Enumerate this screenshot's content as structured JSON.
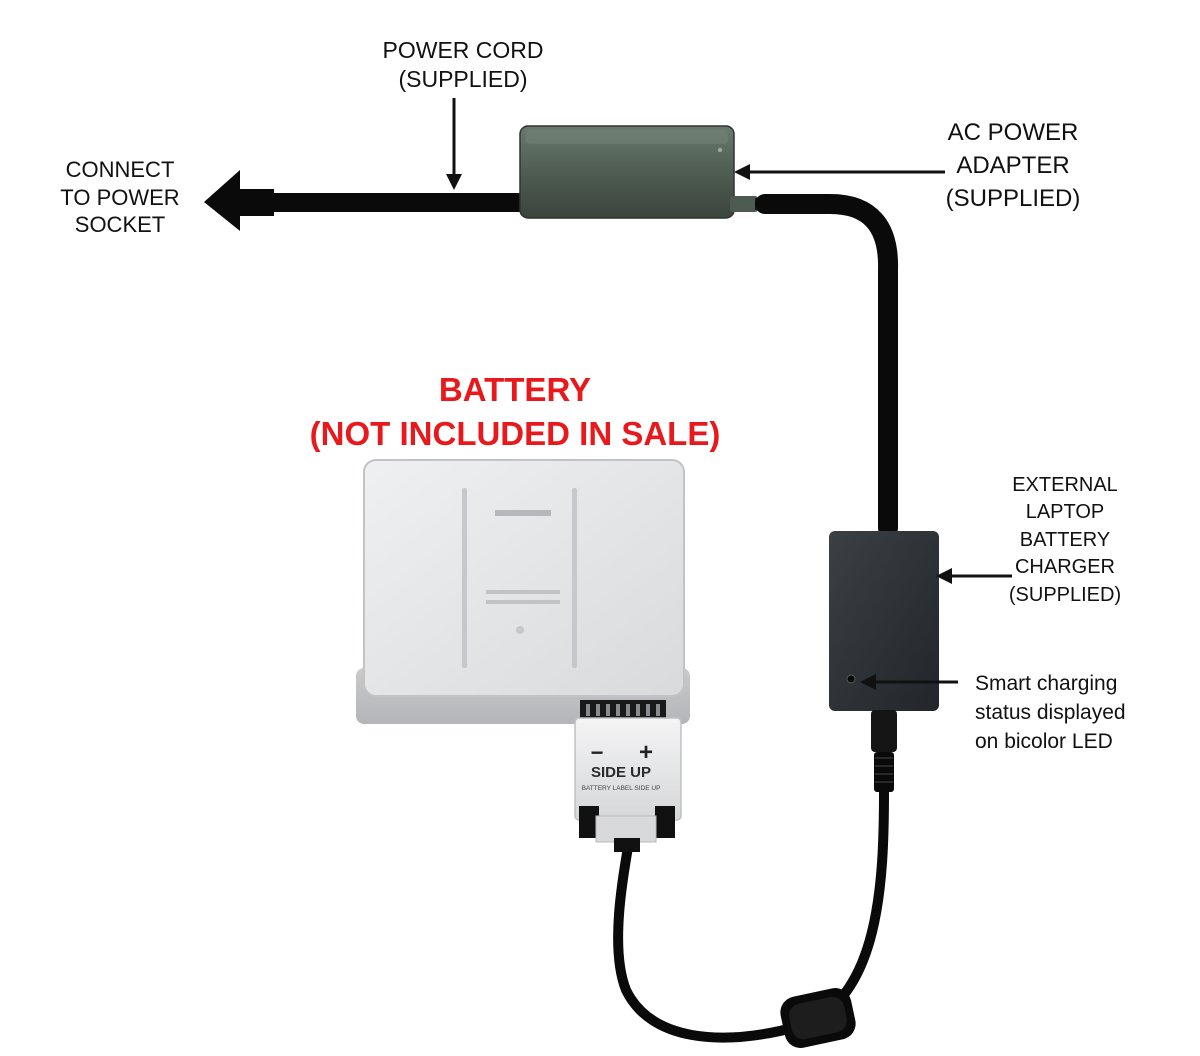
{
  "labels": {
    "power_cord": [
      "POWER CORD",
      "(SUPPLIED)"
    ],
    "power_socket": [
      "CONNECT",
      "TO POWER",
      "SOCKET"
    ],
    "ac_adapter": [
      "AC POWER",
      "ADAPTER",
      "(SUPPLIED)"
    ],
    "charger": [
      "EXTERNAL",
      "LAPTOP",
      "BATTERY",
      "CHARGER",
      "(SUPPLIED)"
    ],
    "led": [
      "Smart charging",
      "status displayed",
      "on bicolor LED"
    ],
    "battery": [
      "BATTERY",
      "(NOT INCLUDED IN SALE)"
    ]
  },
  "connector": {
    "minus": "−",
    "plus": "+",
    "side_up": "SIDE UP",
    "small_text": "BATTERY LABEL SIDE UP"
  },
  "colors": {
    "battery_warning": "#e8191c",
    "adapter_body": "#4c5a4f",
    "charger_body": "#2f3337",
    "cable": "#0a0a0a",
    "battery_body": "#e6e7e9"
  }
}
